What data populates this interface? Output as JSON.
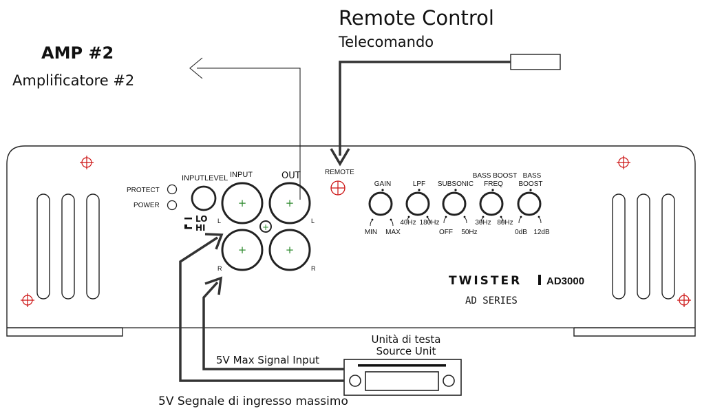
{
  "annotations": {
    "amp_title": "AMP #2",
    "amp_subtitle": "Amplificatore #2",
    "remote_title": "Remote Control",
    "remote_subtitle": "Telecomando",
    "head_unit_it": "Unità di testa",
    "head_unit_en": "Source Unit",
    "signal_en": "5V Max Signal Input",
    "signal_it": "5V Segnale di ingresso massimo"
  },
  "panel": {
    "protect": "PROTECT",
    "power": "POWER",
    "input_level": "INPUTLEVEL",
    "lo": "LO",
    "hi": "HI",
    "input": "INPUT",
    "out": "OUT",
    "remote": "REMOTE",
    "ch_left": "L",
    "ch_right": "R",
    "plus": "+"
  },
  "knobs": {
    "gain": {
      "label": "GAIN",
      "min": "MIN",
      "max": "MAX"
    },
    "lpf": {
      "label": "LPF",
      "min": "40Hz",
      "max": "180Hz"
    },
    "subsonic": {
      "label": "SUBSONIC",
      "min": "OFF",
      "max": "50Hz"
    },
    "bass_freq": {
      "label_top": "BASS BOOST",
      "label": "FREQ",
      "min": "30Hz",
      "max": "80Hz"
    },
    "bass_boost": {
      "label_top": "BASS",
      "label": "BOOST",
      "min": "0dB",
      "max": "12dB"
    }
  },
  "branding": {
    "brand": "TWISTER",
    "model": "AD3000",
    "series": "AD SERIES"
  },
  "colors": {
    "line": "#222222",
    "plus_green": "#2e8b2e",
    "crosshair_red": "#cc1111"
  }
}
